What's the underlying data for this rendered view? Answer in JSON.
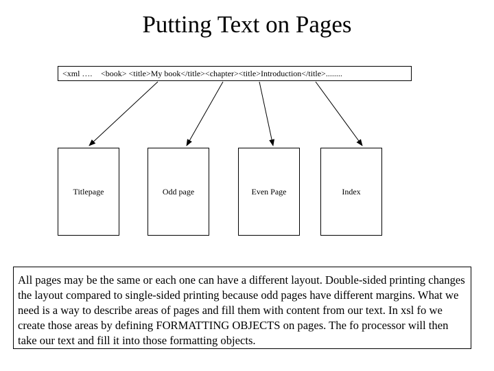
{
  "title": "Putting Text on Pages",
  "xml_source": {
    "prefix": "<xml ….",
    "content": "<book> <title>My book</title><chapter><title>Introduction</title>........"
  },
  "page_types": [
    {
      "label": "Titlepage"
    },
    {
      "label": "Odd page"
    },
    {
      "label": "Even Page"
    },
    {
      "label": "Index"
    }
  ],
  "explanation": "All pages may be the same or each one can have a different layout. Double-sided printing changes the layout compared to single-sided printing because odd pages have different margins. What we need is a way to describe areas of pages and fill them with content from our text. In xsl fo we create those areas by defining FORMATTING OBJECTS on pages. The fo processor will then take our text and fill it into those formatting objects.",
  "colors": {
    "line": "#000000",
    "background": "#ffffff"
  }
}
